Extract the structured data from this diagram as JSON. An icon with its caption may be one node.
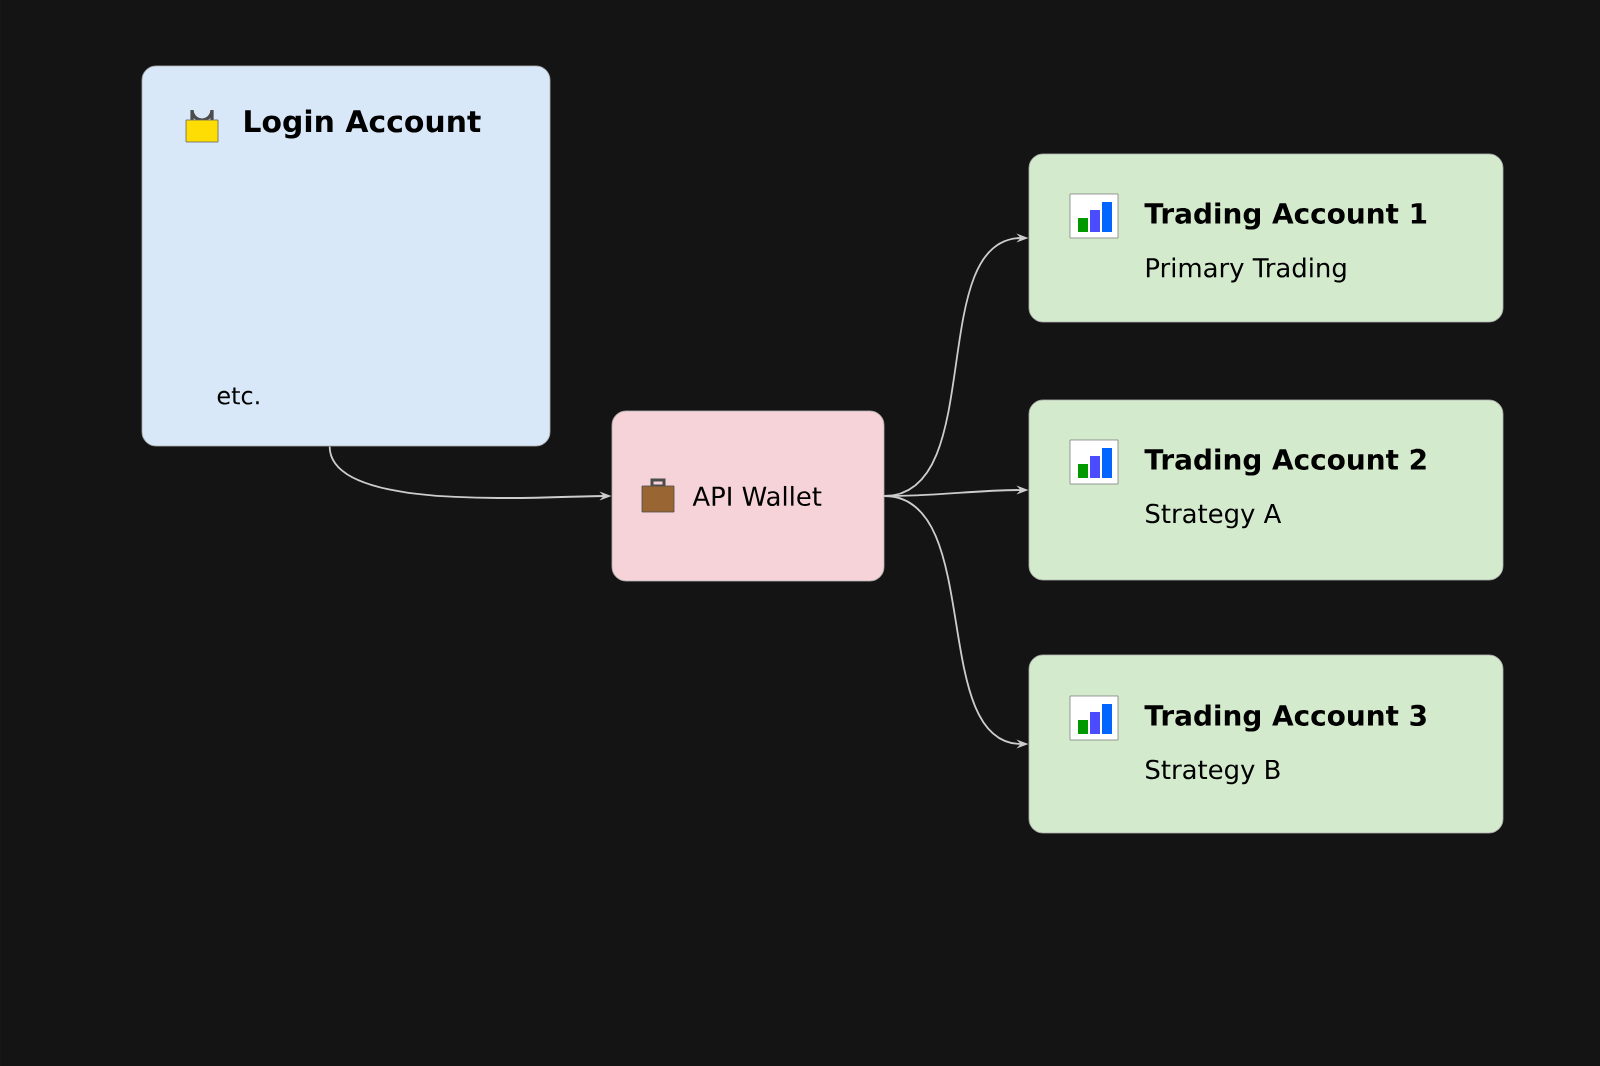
{
  "diagram": {
    "nodes": [
      {
        "text": [
          "Login Account",
          "etc."
        ]
      },
      {
        "text": [
          "API Wallet"
        ]
      },
      {
        "text": [
          "Trading Account 1",
          "Primary Trading"
        ]
      },
      {
        "text": [
          "Trading Account 2",
          "Strategy A"
        ]
      },
      {
        "text": [
          "Trading Account 3",
          "Strategy B"
        ]
      }
    ],
    "edges": [
      {
        "from": 0,
        "to": 1,
        "arrow": "to"
      },
      {
        "from": 1,
        "to": 2,
        "arrow": "to"
      },
      {
        "from": 1,
        "to": 3,
        "arrow": "to"
      },
      {
        "from": 1,
        "to": 4,
        "arrow": "to"
      }
    ]
  }
}
